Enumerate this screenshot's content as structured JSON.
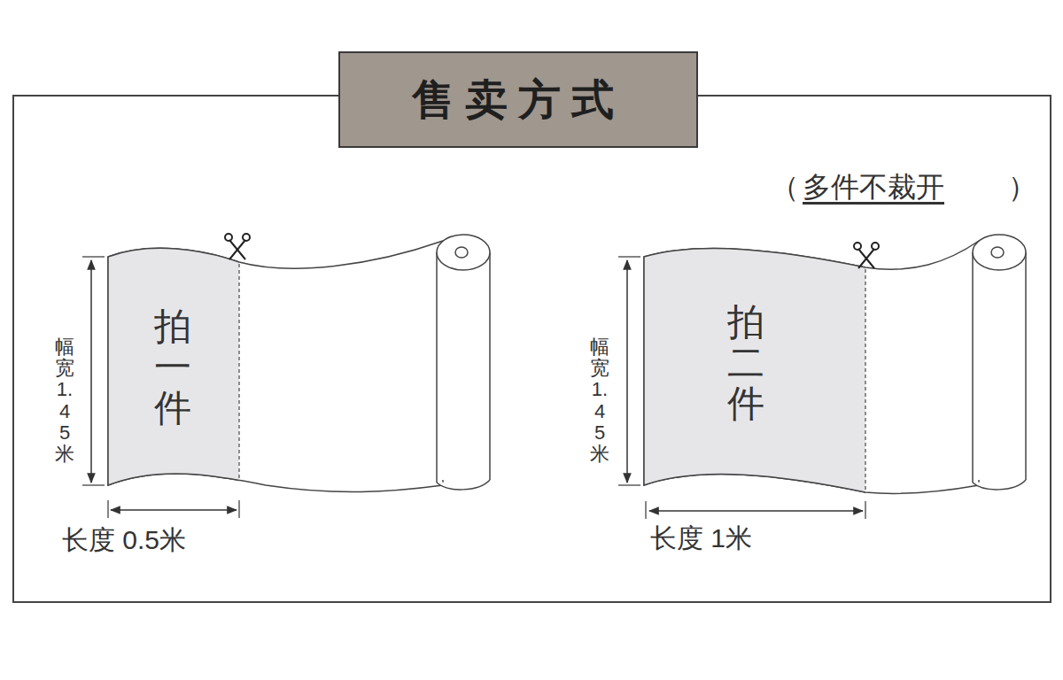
{
  "diagram": {
    "title": "售卖方式",
    "nodes": [
      {
        "text": [
          "售卖方式"
        ]
      },
      {
        "text": [
          "拍一件"
        ]
      },
      {
        "text": [
          "拍二件"
        ]
      }
    ],
    "labels": [
      "（",
      "多件不裁开",
      "）",
      "幅宽1.45米",
      "长度 0.5米",
      "幅宽1.45米",
      "长度 1米"
    ]
  }
}
